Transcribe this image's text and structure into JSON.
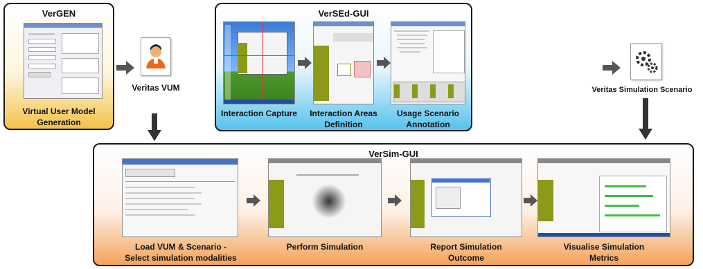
{
  "panels": {
    "vergen": {
      "title": "VerGEN",
      "caption": "Virtual User Model\nGeneration"
    },
    "versed": {
      "title": "VerSEd-GUI",
      "steps": [
        {
          "caption": "Interaction Capture"
        },
        {
          "caption": "Interaction Areas\nDefinition"
        },
        {
          "caption": "Usage Scenario\nAnnotation"
        }
      ]
    },
    "versim": {
      "title": "VerSim-GUI",
      "steps": [
        {
          "caption": "Load VUM & Scenario -\nSelect simulation modalities"
        },
        {
          "caption": "Perform Simulation"
        },
        {
          "caption": "Report Simulation\nOutcome"
        },
        {
          "caption": "Visualise Simulation\nMetrics"
        }
      ]
    }
  },
  "artifacts": {
    "vum": {
      "label": "Veritas VUM",
      "icon": "user-document-icon"
    },
    "scenario": {
      "label": "Veritas Simulation Scenario",
      "icon": "gears-document-icon"
    }
  },
  "colors": {
    "vergen_gradient": [
      "#ffffff",
      "#f4c24a"
    ],
    "versed_gradient": [
      "#ffffff",
      "#56c2ec"
    ],
    "versim_gradient": [
      "#ffffff",
      "#f3a45a"
    ],
    "accent_olive": "#8c9a1a"
  }
}
